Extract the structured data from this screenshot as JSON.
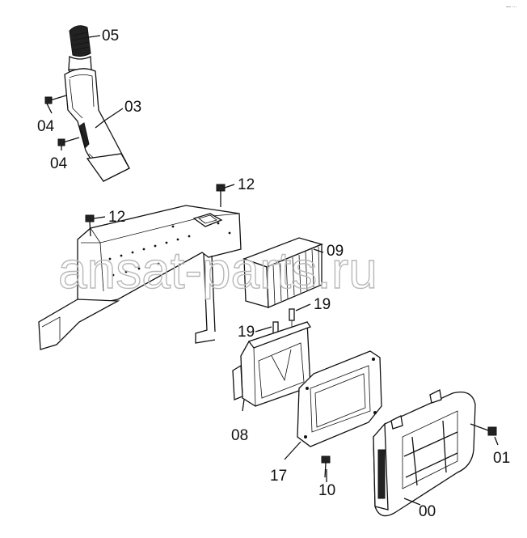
{
  "corner_mark": "— ···",
  "watermark": "ansat-parts.ru",
  "callouts": [
    "05",
    "03",
    "04",
    "04",
    "12",
    "12",
    "09",
    "19",
    "19",
    "08",
    "17",
    "10",
    "00",
    "01"
  ]
}
